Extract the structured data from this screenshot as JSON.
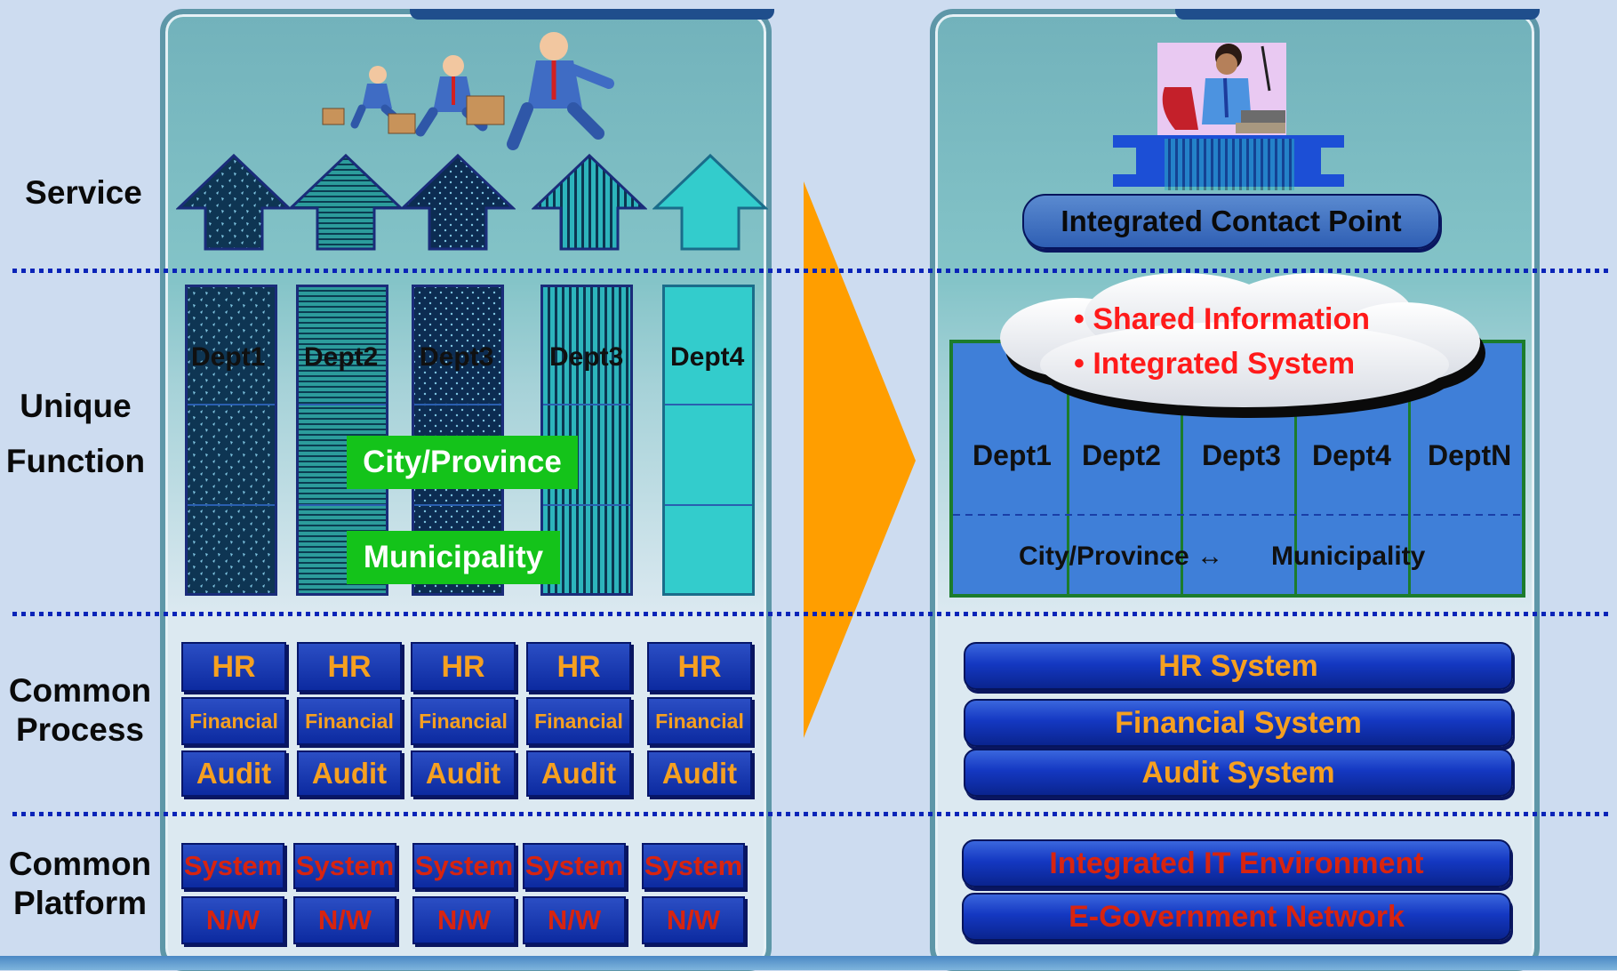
{
  "rows": {
    "service": "Service",
    "unique_line1": "Unique",
    "unique_line2": "Function",
    "process_line1": "Common",
    "process_line2": "Process",
    "platform_line1": "Common",
    "platform_line2": "Platform"
  },
  "left": {
    "departments": [
      "Dept1",
      "Dept2",
      "Dept3",
      "Dept3",
      "Dept4"
    ],
    "city_province": "City/Province",
    "municipality": "Municipality",
    "process_hr": [
      "HR",
      "HR",
      "HR",
      "HR",
      "HR"
    ],
    "process_financial": [
      "Financial",
      "Financial",
      "Financial",
      "Financial",
      "Financial"
    ],
    "process_audit": [
      "Audit",
      "Audit",
      "Audit",
      "Audit",
      "Audit"
    ],
    "platform_system": [
      "System",
      "System",
      "System",
      "System",
      "System"
    ],
    "platform_nw": [
      "N/W",
      "N/W",
      "N/W",
      "N/W",
      "N/W"
    ]
  },
  "right": {
    "contact_point": "Integrated Contact Point",
    "cloud_item1": "• Shared Information",
    "cloud_item2": "• Integrated System",
    "departments": [
      "Dept1",
      "Dept2",
      "Dept3",
      "Dept4",
      "DeptN"
    ],
    "city_province_link": "City/Province ↔",
    "municipality": "Municipality",
    "hr_system": "HR System",
    "financial_system": "Financial System",
    "audit_system": "Audit System",
    "it_environment": "Integrated IT Environment",
    "egov_network": "E-Government Network"
  },
  "colors": {
    "accent_orange": "#ff9e00",
    "green_box": "#14c31a",
    "system_blue": "#1438c2",
    "red_text": "#ff1a1a"
  }
}
